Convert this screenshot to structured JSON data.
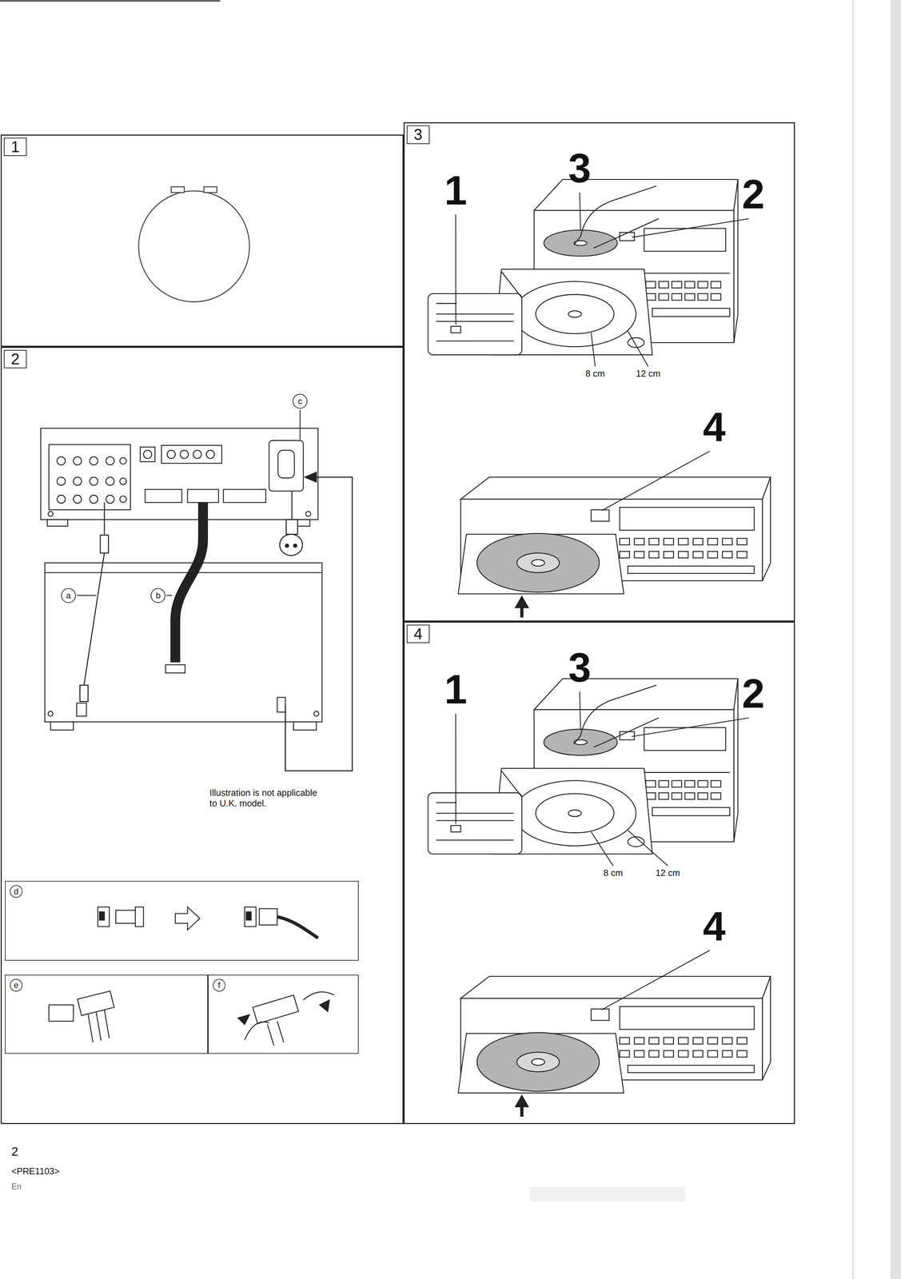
{
  "diagram": {
    "nodes": [
      {
        "text": [
          "1"
        ]
      },
      {
        "text": [
          "2"
        ]
      },
      {
        "text": [
          "c"
        ],
        "in": 1
      },
      {
        "text": [
          "a"
        ],
        "in": 1
      },
      {
        "text": [
          "b"
        ],
        "in": 1
      },
      {
        "text": [
          "d"
        ],
        "in": 1
      },
      {
        "text": [
          "e"
        ],
        "in": 1
      },
      {
        "text": [
          "f"
        ],
        "in": 1
      },
      {
        "text": [
          "3"
        ]
      },
      {
        "text": [
          "4"
        ]
      }
    ],
    "labels": [
      "Illustration is not applicable to U.K. model.",
      "1",
      "3",
      "2",
      "8 cm",
      "12 cm",
      "4",
      "1",
      "3",
      "2",
      "8 cm",
      "12 cm",
      "4",
      "2",
      "<PRE1103>",
      "En"
    ]
  }
}
